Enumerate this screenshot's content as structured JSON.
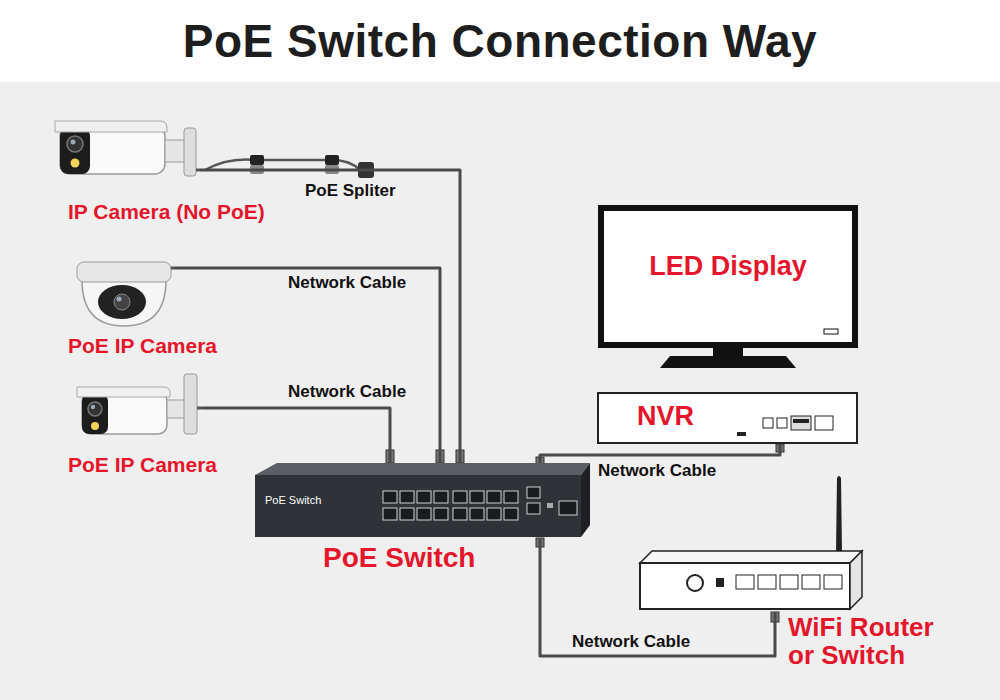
{
  "diagram": {
    "title": "PoE Switch Connection Way",
    "nodes": [
      {
        "text": [
          "IP Camera (No PoE)"
        ]
      },
      {
        "text": [
          "PoE IP Camera"
        ]
      },
      {
        "text": [
          "PoE IP Camera"
        ]
      },
      {
        "text": [
          "LED Display"
        ]
      },
      {
        "text": [
          "NVR"
        ]
      },
      {
        "text": [
          "PoE Switch",
          "PoE Switch"
        ]
      },
      {
        "text": [
          "WiFi Router or Switch"
        ]
      }
    ],
    "edges": [
      {
        "from": 0,
        "to": 5,
        "label": "PoE Spliter",
        "arrow": "none"
      },
      {
        "from": 1,
        "to": 5,
        "label": "Network Cable",
        "arrow": "none"
      },
      {
        "from": 2,
        "to": 5,
        "label": "Network Cable",
        "arrow": "none"
      },
      {
        "from": 5,
        "to": 4,
        "label": "Network Cable",
        "arrow": "none"
      },
      {
        "from": 5,
        "to": 6,
        "label": "Network Cable",
        "arrow": "none"
      }
    ]
  }
}
